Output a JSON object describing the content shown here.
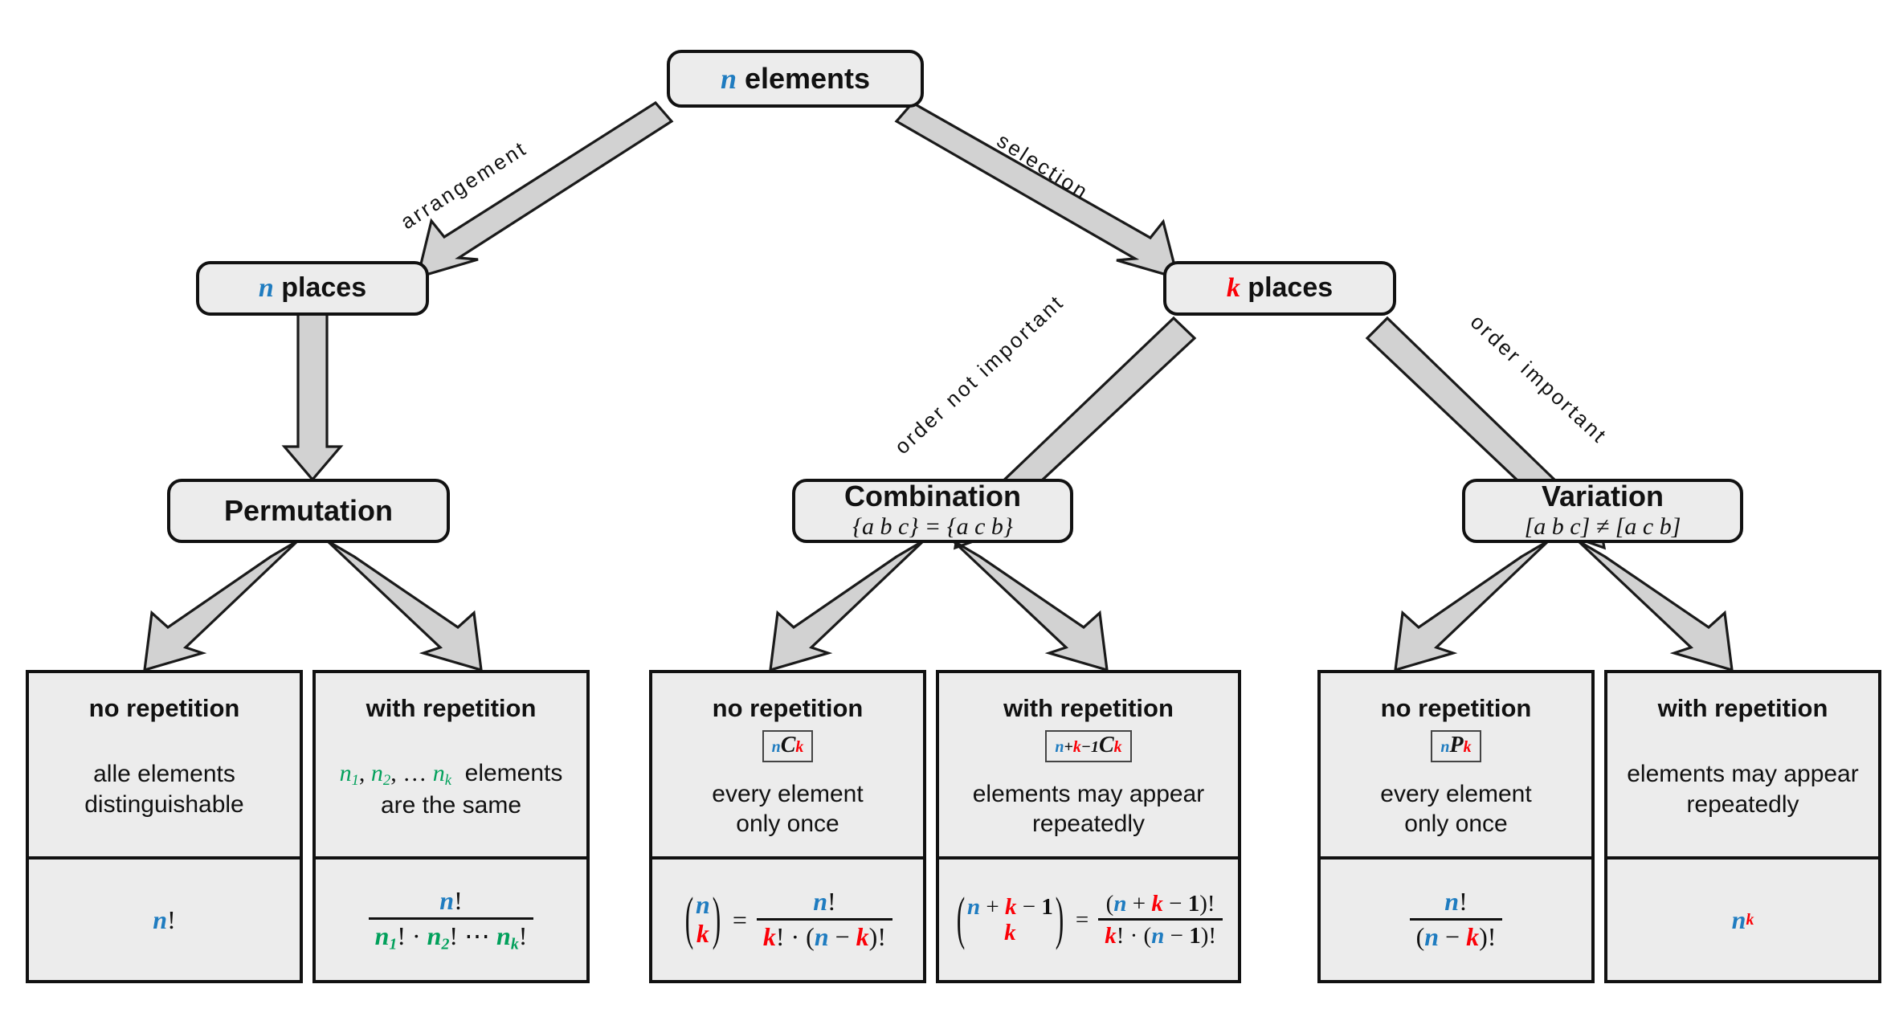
{
  "diagram": {
    "title": "Combinatorics decision tree",
    "colors": {
      "blue": "#1f7cc0",
      "red": "#fb0007",
      "green": "#01a05b",
      "box_fill": "#ececec",
      "outline": "#111111",
      "arrow_fill": "#d2d2d2"
    }
  },
  "root": {
    "symbol": "n",
    "label": "elements"
  },
  "edges": {
    "arrangement": "arrangement",
    "selection": "selection",
    "order_not_important": "order not important",
    "order_important": "order important"
  },
  "level2": {
    "left": {
      "symbol": "n",
      "label": "places"
    },
    "right": {
      "symbol": "k",
      "label": "places"
    }
  },
  "level3": [
    {
      "title": "Permutation",
      "sub": ""
    },
    {
      "title": "Combination",
      "sub": "{a b c} = {a c b}"
    },
    {
      "title": "Variation",
      "sub": "[a b c] ≠ [a c b]"
    }
  ],
  "leaves": [
    {
      "header": "no repetition",
      "code": "",
      "desc_lines": [
        "alle elements",
        "distinguishable"
      ],
      "formula_text": "n!"
    },
    {
      "header": "with repetition",
      "code": "",
      "desc_lines": [
        "n₁, n₂, … nₖ elements",
        "are the same"
      ],
      "formula_text": "n! / (n₁! · n₂! ⋯ nₖ!)"
    },
    {
      "header": "no repetition",
      "code": "nCk",
      "desc_lines": [
        "every element",
        "only once"
      ],
      "formula_text": "(n over k) = n! / (k! · (n − k)!)"
    },
    {
      "header": "with repetition",
      "code": "n+k−1Ck",
      "desc_lines": [
        "elements may appear",
        "repeatedly"
      ],
      "formula_text": "(n + k − 1 over k) = (n + k − 1)! / (k! · (n − 1)!)"
    },
    {
      "header": "no repetition",
      "code": "nPk",
      "desc_lines": [
        "every element",
        "only once"
      ],
      "formula_text": "n! / (n − k)!"
    },
    {
      "header": "with repetition",
      "code": "",
      "desc_lines": [
        "elements may appear",
        "repeatedly"
      ],
      "formula_text": "n^k"
    }
  ]
}
